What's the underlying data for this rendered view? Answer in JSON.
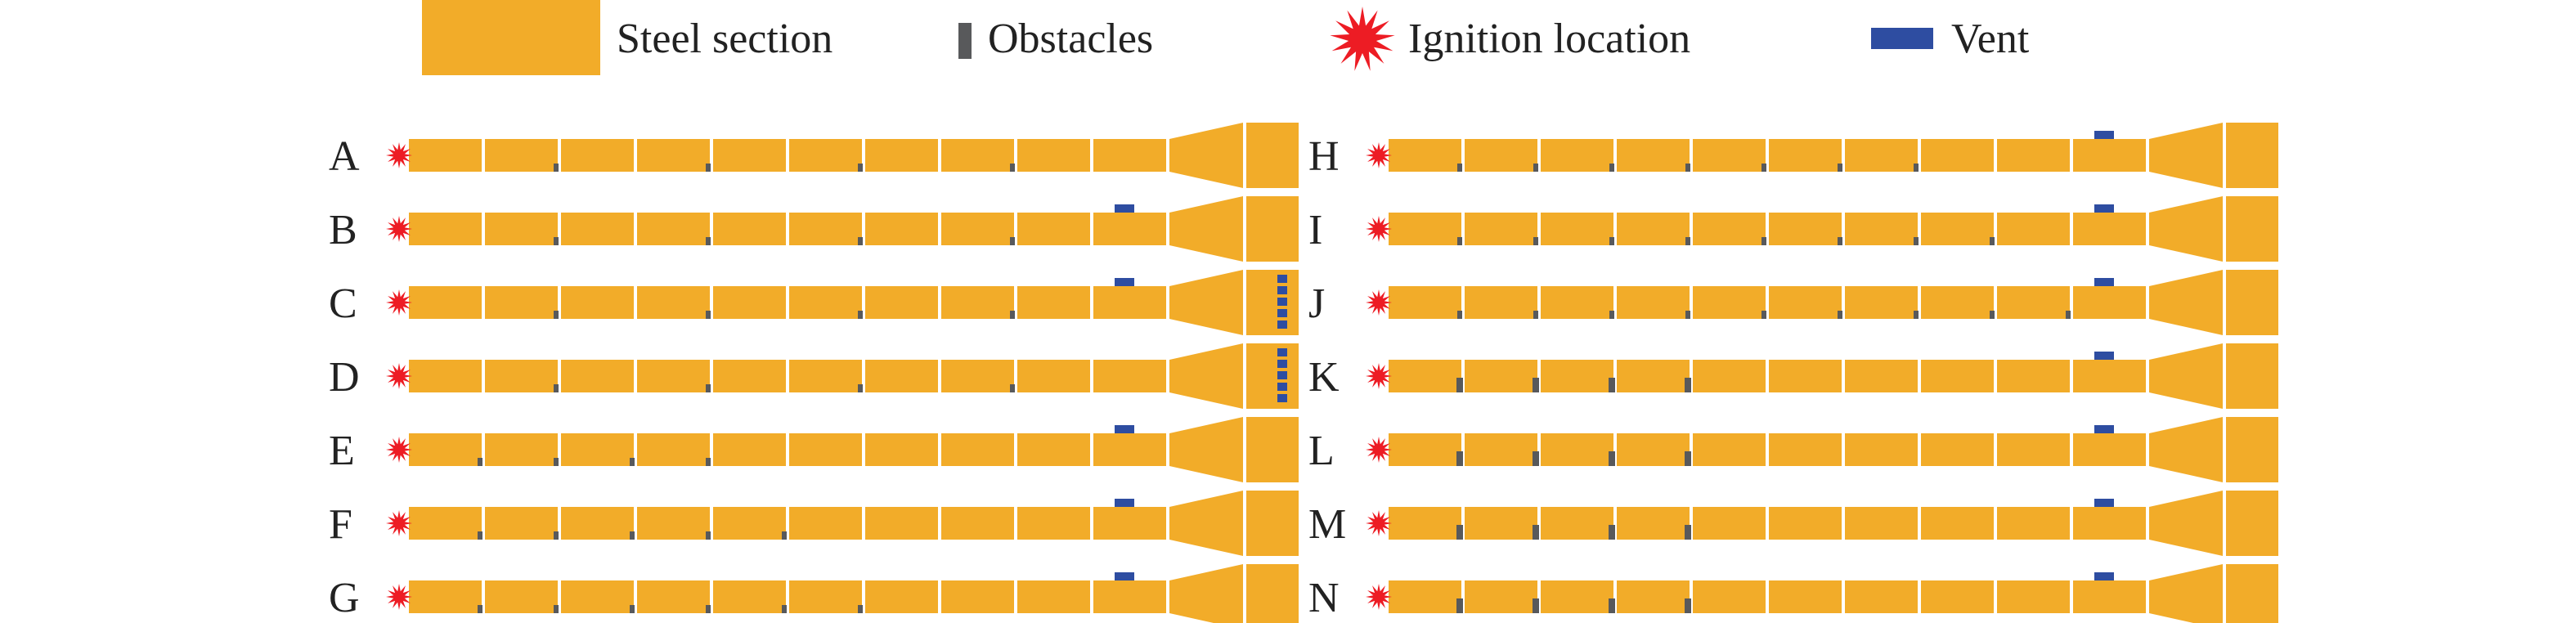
{
  "legend": {
    "steel_label": "Steel section",
    "obstacles_label": "Obstacles",
    "ignition_label": "Ignition location",
    "vent_label": "Vent"
  },
  "colors": {
    "steel": "#F2AC29",
    "obstacle": "#58595B",
    "ignition": "#ED1C24",
    "vent": "#2E4DA1",
    "section_divider": "#FFFFFF",
    "text": "#222222"
  },
  "configurations": [
    {
      "label": "A",
      "obstacles": [
        2,
        4,
        6,
        8
      ],
      "thick_obstacles": false,
      "side_vent": false,
      "end_vents": false
    },
    {
      "label": "B",
      "obstacles": [
        2,
        4,
        6,
        8
      ],
      "thick_obstacles": false,
      "side_vent": true,
      "end_vents": false
    },
    {
      "label": "C",
      "obstacles": [
        2,
        4,
        6,
        8
      ],
      "thick_obstacles": false,
      "side_vent": true,
      "end_vents": true
    },
    {
      "label": "D",
      "obstacles": [
        2,
        4,
        6,
        8
      ],
      "thick_obstacles": false,
      "side_vent": false,
      "end_vents": true
    },
    {
      "label": "E",
      "obstacles": [
        1,
        2,
        3,
        4
      ],
      "thick_obstacles": false,
      "side_vent": true,
      "end_vents": false
    },
    {
      "label": "F",
      "obstacles": [
        1,
        2,
        3,
        4,
        5
      ],
      "thick_obstacles": false,
      "side_vent": true,
      "end_vents": false
    },
    {
      "label": "G",
      "obstacles": [
        1,
        2,
        3,
        4,
        5,
        6
      ],
      "thick_obstacles": false,
      "side_vent": true,
      "end_vents": false
    },
    {
      "label": "H",
      "obstacles": [
        1,
        2,
        3,
        4,
        5,
        6,
        7
      ],
      "thick_obstacles": false,
      "side_vent": true,
      "end_vents": false
    },
    {
      "label": "I",
      "obstacles": [
        1,
        2,
        3,
        4,
        5,
        6,
        7,
        8
      ],
      "thick_obstacles": false,
      "side_vent": true,
      "end_vents": false
    },
    {
      "label": "J",
      "obstacles": [
        1,
        2,
        3,
        4,
        5,
        6,
        7,
        8,
        9
      ],
      "thick_obstacles": false,
      "side_vent": true,
      "end_vents": false
    },
    {
      "label": "K",
      "obstacles": [
        1,
        2,
        3,
        4
      ],
      "thick_obstacles": true,
      "side_vent": true,
      "end_vents": false
    },
    {
      "label": "L",
      "obstacles": [
        1,
        2,
        3,
        4
      ],
      "thick_obstacles": true,
      "side_vent": true,
      "end_vents": false
    },
    {
      "label": "M",
      "obstacles": [
        1,
        2,
        3,
        4
      ],
      "thick_obstacles": true,
      "side_vent": true,
      "end_vents": false
    },
    {
      "label": "N",
      "obstacles": [
        1,
        2,
        3,
        4
      ],
      "thick_obstacles": true,
      "side_vent": true,
      "end_vents": false
    }
  ]
}
